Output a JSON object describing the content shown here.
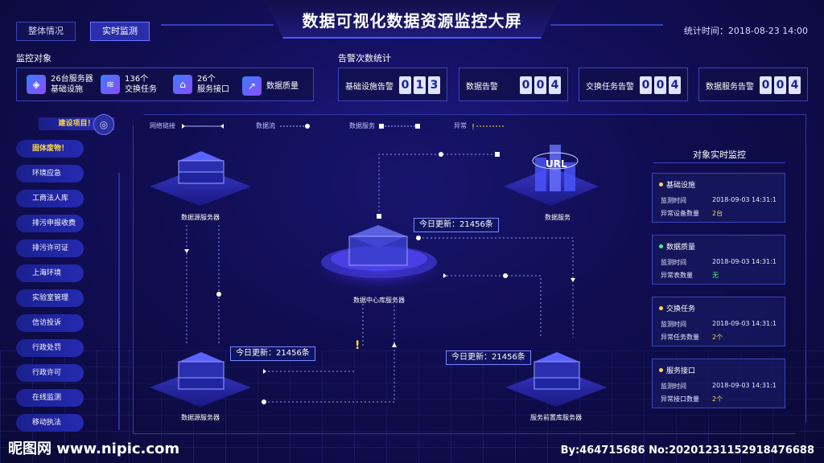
{
  "header": {
    "title": "数据可视化数据资源监控大屏",
    "tabs": [
      {
        "label": "整体情况"
      },
      {
        "label": "实时监测"
      }
    ],
    "stat_time": "统计时间：2018-08-23 14:00"
  },
  "monitor_objects": {
    "label": "监控对象",
    "items": [
      {
        "line1": "26台服务器",
        "line2": "基础设施",
        "icon": "server-icon"
      },
      {
        "line1": "136个",
        "line2": "交换任务",
        "icon": "database-icon"
      },
      {
        "line1": "26个",
        "line2": "服务接口",
        "icon": "store-icon"
      },
      {
        "line1": "数据质量",
        "line2": "",
        "icon": "chart-icon"
      }
    ]
  },
  "alerts": {
    "label": "告警次数统计",
    "items": [
      {
        "label": "基础设施告警",
        "digits": [
          "0",
          "1",
          "3"
        ]
      },
      {
        "label": "数据告警",
        "digits": [
          "0",
          "0",
          "4"
        ]
      },
      {
        "label": "交换任务告警",
        "digits": [
          "0",
          "0",
          "4"
        ]
      },
      {
        "label": "数据服务告警",
        "digits": [
          "0",
          "0",
          "4"
        ]
      }
    ]
  },
  "sidebar": {
    "head": "建设项目！",
    "items": [
      {
        "label": "固体废物！"
      },
      {
        "label": "环境应急"
      },
      {
        "label": "工商法人库"
      },
      {
        "label": "排污申报收费"
      },
      {
        "label": "排污许可证"
      },
      {
        "label": "上海环境"
      },
      {
        "label": "实验室管理"
      },
      {
        "label": "信访投诉"
      },
      {
        "label": "行政处罚"
      },
      {
        "label": "行政许可"
      },
      {
        "label": "在线监测"
      },
      {
        "label": "移动执法"
      }
    ]
  },
  "legend": {
    "network": "网络链接",
    "dataflow": "数据流",
    "dataservice": "数据服务",
    "abnormal": "异常"
  },
  "nodes": {
    "source_top": "数据源服务器",
    "service": "数据服务",
    "center": "数据中心库服务器",
    "source_bottom": "数据源服务器",
    "frontend": "服务前置库服务器"
  },
  "callouts": {
    "center": "今日更新：21456条",
    "bottom_left": "今日更新：21456条",
    "bottom_right": "今日更新：21456条"
  },
  "realtime": {
    "title": "对象实时监控",
    "cards": [
      {
        "title": "基础设施",
        "dot_color": "#ffd84a",
        "row1_label": "监测时间",
        "row1_value": "2018-09-03   14:31:1",
        "row2_label": "异常设备数量",
        "row2_value": "2台",
        "row2_color": "yellow"
      },
      {
        "title": "数据质量",
        "dot_color": "#3df78b",
        "row1_label": "监测时间",
        "row1_value": "2018-09-03   14:31:1",
        "row2_label": "异常表数量",
        "row2_value": "无",
        "row2_color": "green"
      },
      {
        "title": "交换任务",
        "dot_color": "#ffd84a",
        "row1_label": "监测时间",
        "row1_value": "2018-09-03   14:31:1",
        "row2_label": "异常任务数量",
        "row2_value": "2个",
        "row2_color": "yellow"
      },
      {
        "title": "服务接口",
        "dot_color": "#ffd84a",
        "row1_label": "监测时间",
        "row1_value": "2018-09-03   14:31:1",
        "row2_label": "异常接口数量",
        "row2_value": "2个",
        "row2_color": "yellow"
      }
    ]
  },
  "footer": {
    "left": "昵图网 www.nipic.com",
    "right": "By:464715686 No:20201231152918476688"
  }
}
